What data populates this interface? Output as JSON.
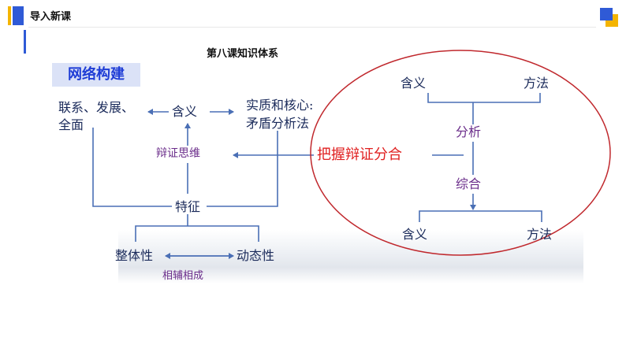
{
  "header": {
    "title": "导入新课"
  },
  "diagram": {
    "title": "第八课知识体系",
    "section_label": "网络构建",
    "left": {
      "connection": "联系、发展、全面",
      "meaning": "含义",
      "essence_line1": "实质和核心:",
      "essence_line2": "矛盾分析法",
      "dialectical_thinking": "辩证思维",
      "feature": "特征",
      "integrity": "整体性",
      "dynamism": "动态性",
      "complement": "相辅相成"
    },
    "center": {
      "grasp": "把握辩证分合"
    },
    "right": {
      "meaning_top": "含义",
      "method_top": "方法",
      "analysis": "分析",
      "synthesis": "综合",
      "meaning_bottom": "含义",
      "method_bottom": "方法"
    }
  },
  "colors": {
    "accent_blue": "#2f5ad6",
    "accent_yellow": "#f4b400",
    "connector_blue": "#4a6fb5",
    "circle_red": "#c0282d",
    "label_red": "#e02020",
    "label_purple": "#6a2c8a"
  }
}
